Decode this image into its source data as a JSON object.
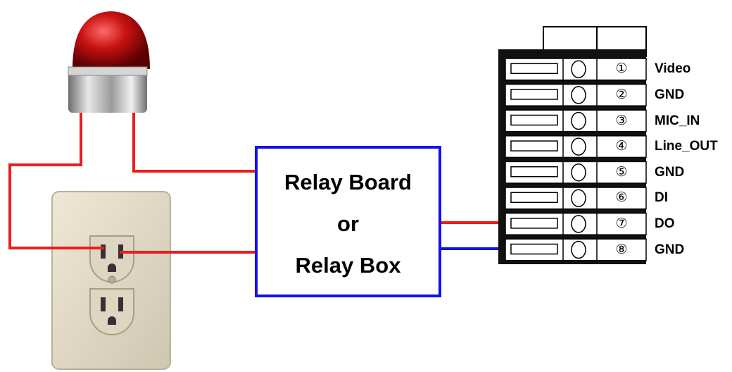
{
  "relay": {
    "line1": "Relay Board",
    "line2": "or",
    "line3": "Relay Box"
  },
  "terminal": {
    "pins": [
      {
        "num": "①",
        "label": "Video"
      },
      {
        "num": "②",
        "label": "GND"
      },
      {
        "num": "③",
        "label": "MIC_IN"
      },
      {
        "num": "④",
        "label": "Line_OUT"
      },
      {
        "num": "⑤",
        "label": "GND"
      },
      {
        "num": "⑥",
        "label": "DI"
      },
      {
        "num": "⑦",
        "label": "DO"
      },
      {
        "num": "⑧",
        "label": "GND"
      }
    ]
  },
  "colors": {
    "wire_red": "#ee1c1c",
    "wire_blue": "#1010e8",
    "outlet_plate": "#e4dcc8"
  }
}
